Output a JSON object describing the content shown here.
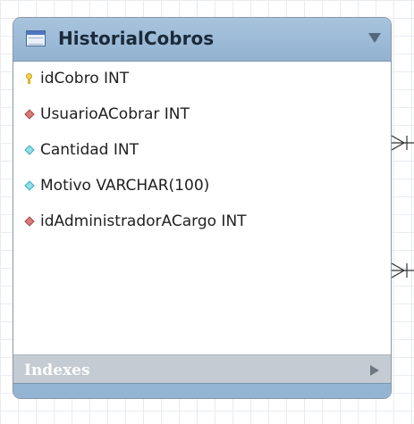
{
  "table": {
    "title": "HistorialCobros",
    "columns": [
      {
        "label": "idCobro INT",
        "icon": "primary-key-icon"
      },
      {
        "label": "UsuarioACobrar INT",
        "icon": "foreign-key-icon"
      },
      {
        "label": "Cantidad INT",
        "icon": "attribute-icon"
      },
      {
        "label": "Motivo VARCHAR(100)",
        "icon": "attribute-icon"
      },
      {
        "label": "idAdministradorACargo INT",
        "icon": "foreign-key-icon"
      }
    ],
    "indexes_label": "Indexes"
  },
  "colors": {
    "header": "#a8c4de",
    "foreign_key": "#d87a7a",
    "attribute": "#8fe0e8",
    "primary_key": "#f6d24a"
  }
}
